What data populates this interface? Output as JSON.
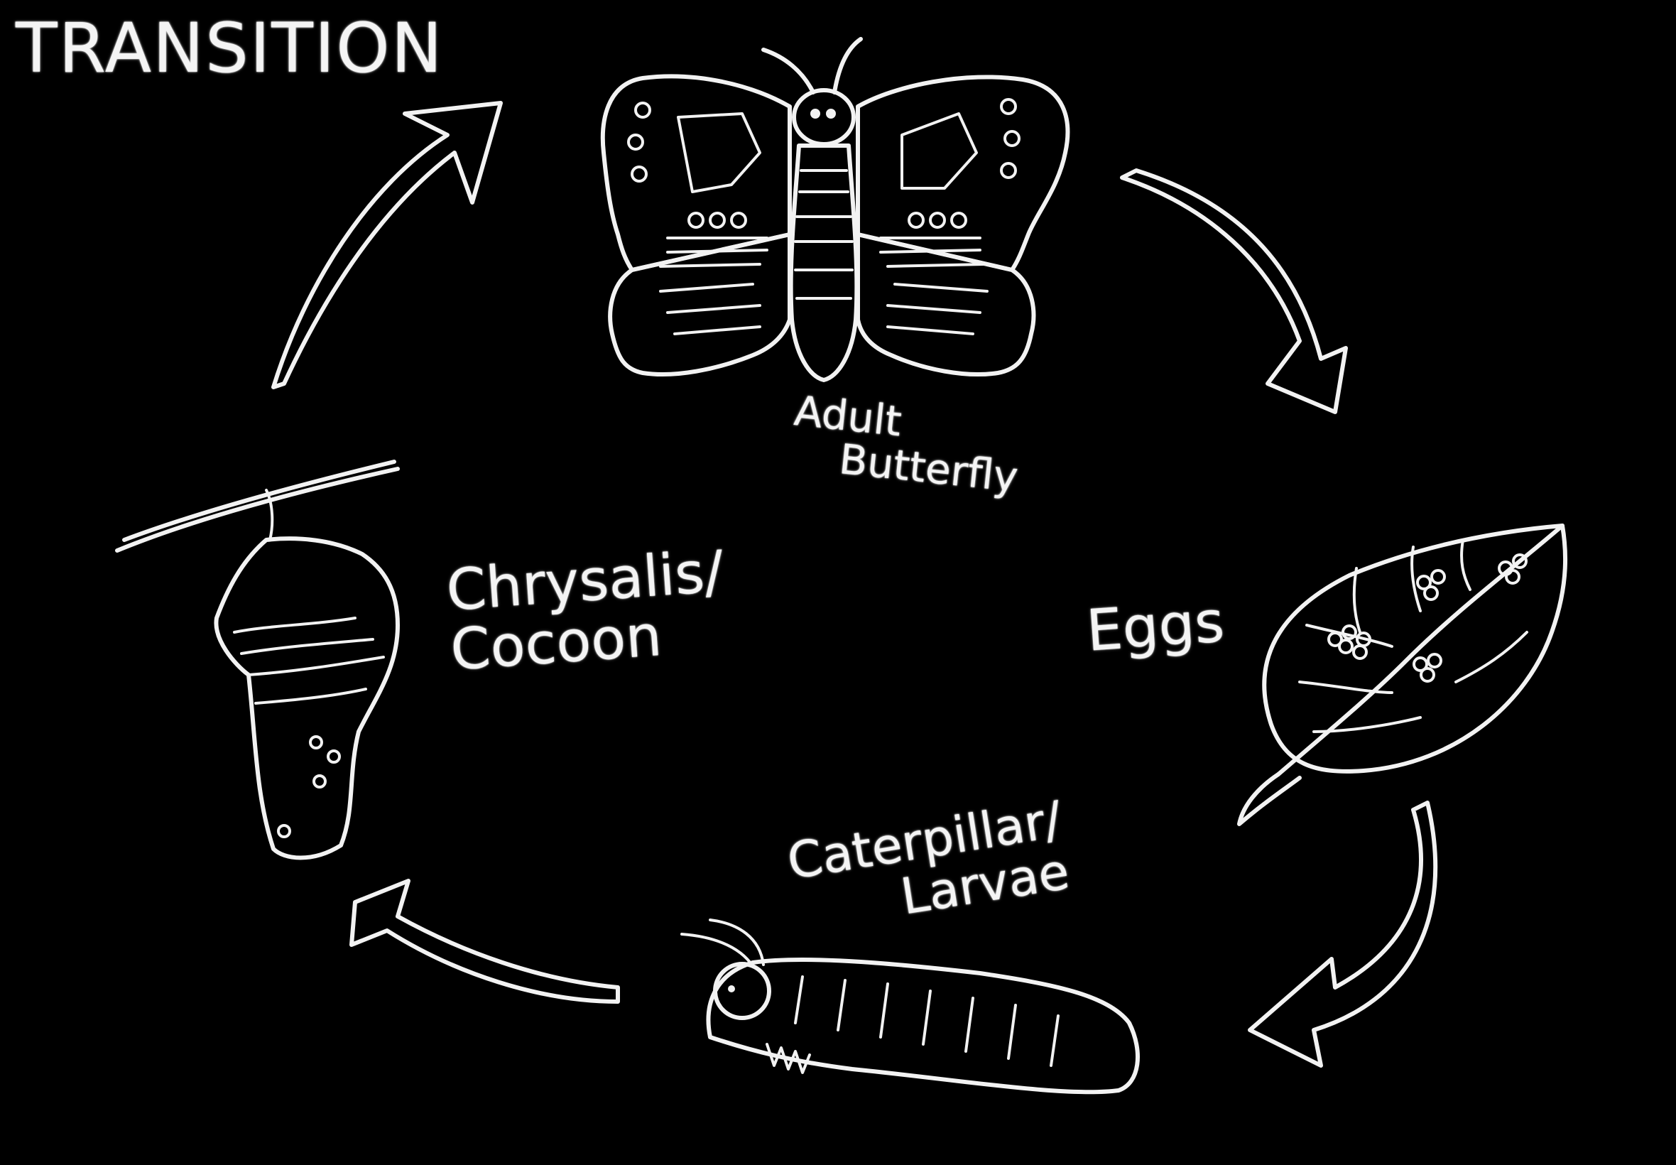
{
  "title": "TRANSITION",
  "stages": {
    "adult": [
      "Adult",
      "Butterfly"
    ],
    "eggs": [
      "Eggs"
    ],
    "caterpillar": [
      "Caterpillar/",
      "Larvae"
    ],
    "chrysalis": [
      "Chrysalis/",
      "Cocoon"
    ]
  },
  "colors": {
    "background": "#000000",
    "chalk": "#f2f2f2"
  },
  "icons": [
    "butterfly-icon",
    "leaf-with-eggs-icon",
    "caterpillar-icon",
    "chrysalis-icon",
    "cycle-arrow-icon"
  ]
}
